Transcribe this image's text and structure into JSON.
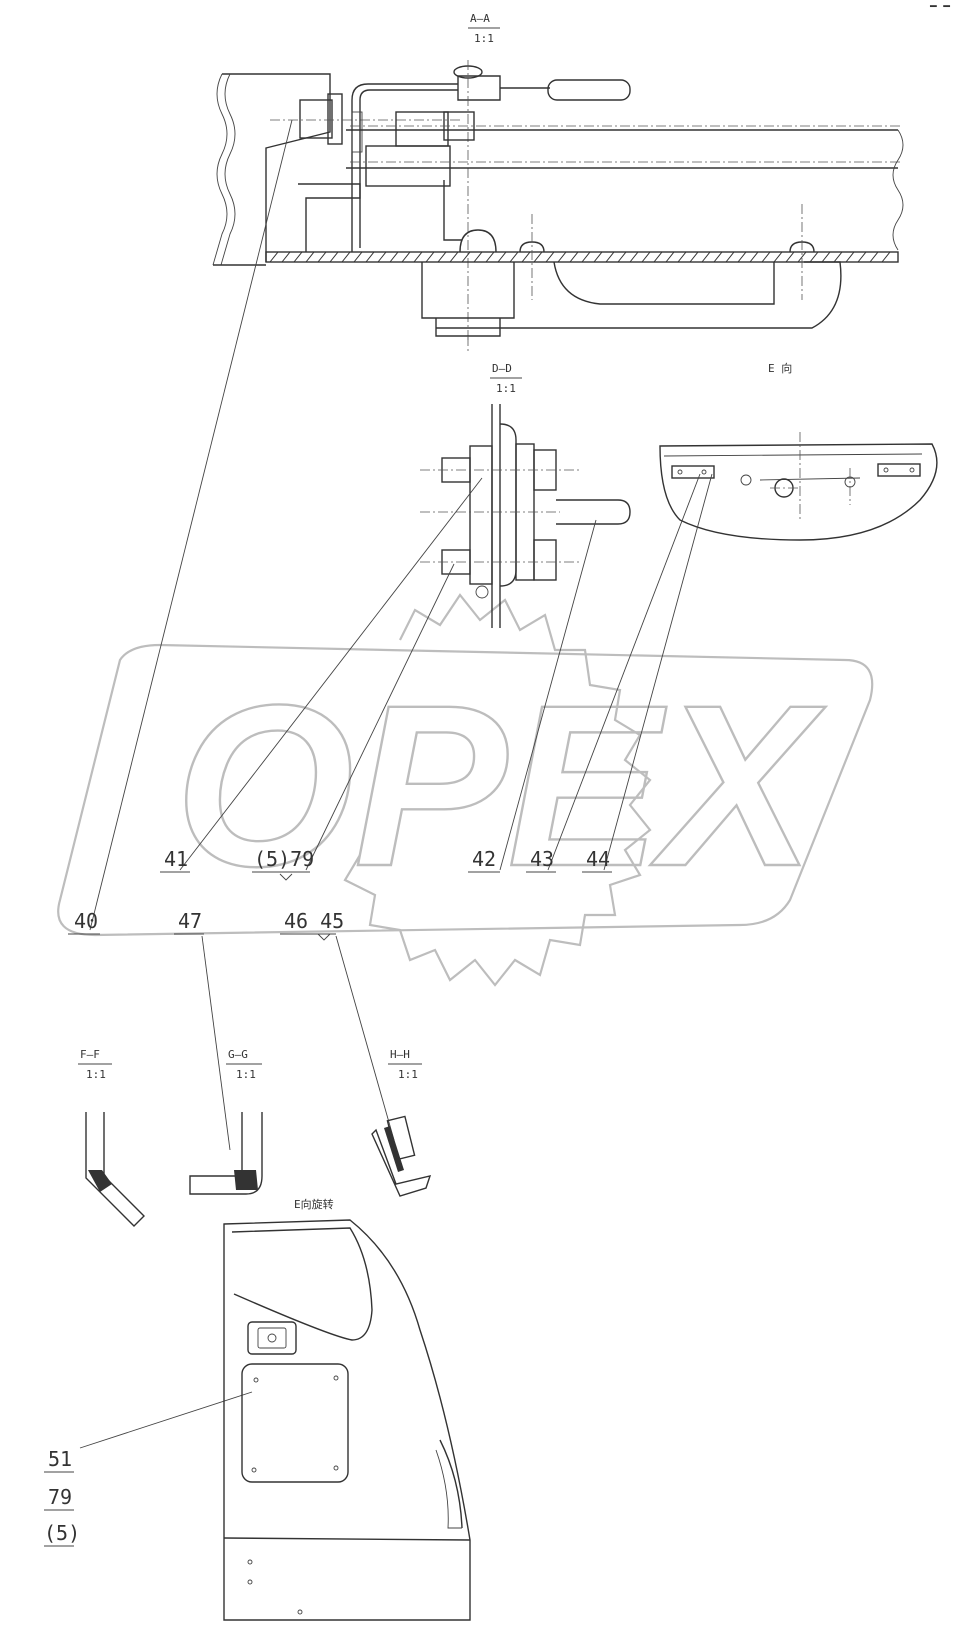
{
  "views": {
    "a_a": {
      "title": "A—A",
      "scale": "1:1"
    },
    "d_d": {
      "title": "D—D",
      "scale": "1:1"
    },
    "e_view": {
      "title": "E 向"
    },
    "f_f": {
      "title": "F—F",
      "scale": "1:1"
    },
    "g_g": {
      "title": "G—G",
      "scale": "1:1"
    },
    "h_h": {
      "title": "H—H",
      "scale": "1:1"
    },
    "e_rotated": {
      "title": "E向旋转"
    }
  },
  "parts": {
    "p40": "40",
    "p41": "41",
    "p79a": "(5)79",
    "p42": "42",
    "p43": "43",
    "p44": "44",
    "p47": "47",
    "p4645": "46 45",
    "p51": "51",
    "p79b": "79",
    "p5": "(5)"
  },
  "watermark": {
    "text": "OPEX"
  },
  "corner_mark": "━ ━"
}
